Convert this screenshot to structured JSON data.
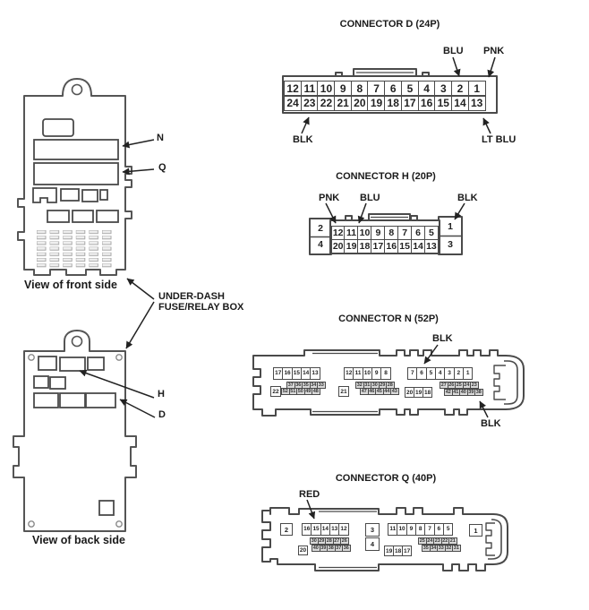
{
  "palette": {
    "line": "#4a4a4a",
    "arrow": "#222222",
    "shaded_cell": "#d9d9d9",
    "background": "#ffffff"
  },
  "fuse_box": {
    "front": {
      "caption": "View of front side",
      "label_n": "N",
      "label_q": "Q"
    },
    "back": {
      "caption": "View of back side",
      "label_h": "H",
      "label_d": "D"
    },
    "center_label": {
      "line1": "UNDER-DASH",
      "line2": "FUSE/RELAY BOX"
    }
  },
  "connector_d": {
    "title": "CONNECTOR D (24P)",
    "row_top": [
      "12",
      "11",
      "10",
      "9",
      "8",
      "7",
      "6",
      "5",
      "4",
      "3",
      "2",
      "1"
    ],
    "row_bottom": [
      "24",
      "23",
      "22",
      "21",
      "20",
      "19",
      "18",
      "17",
      "16",
      "15",
      "14",
      "13"
    ],
    "labels": {
      "blu": "BLU",
      "pnk": "PNK",
      "blk": "BLK",
      "ltblu": "LT BLU"
    }
  },
  "connector_h": {
    "title": "CONNECTOR H (20P)",
    "left_top": "2",
    "left_bottom": "4",
    "row_top": [
      "12",
      "11",
      "10",
      "9",
      "8",
      "7",
      "6",
      "5"
    ],
    "row_bottom": [
      "20",
      "19",
      "18",
      "17",
      "16",
      "15",
      "14",
      "13"
    ],
    "right_top": "1",
    "right_bottom": "3",
    "labels": {
      "pnk": "PNK",
      "blu": "BLU",
      "blk": "BLK"
    }
  },
  "connector_n": {
    "title": "CONNECTOR N (52P)",
    "g1_row1": [
      "17",
      "16",
      "15",
      "14",
      "13"
    ],
    "g1_row2": [
      "37",
      "36",
      "35",
      "34",
      "33"
    ],
    "g1_row3": [
      "52",
      "51",
      "50",
      "49",
      "48"
    ],
    "cell_22": "22",
    "g2_row1": [
      "12",
      "11",
      "10",
      "9",
      "8"
    ],
    "g2_row2": [
      "32",
      "31",
      "30",
      "29",
      "28"
    ],
    "g2_row3": [
      "47",
      "46",
      "45",
      "44",
      "43"
    ],
    "cell_21": "21",
    "g3_row1": [
      "7",
      "6",
      "5",
      "4",
      "3",
      "2",
      "1"
    ],
    "g3_row2": [
      "27",
      "26",
      "25",
      "24",
      "23"
    ],
    "g3_row3": [
      "42",
      "41",
      "40",
      "39",
      "38"
    ],
    "g3_bottom": [
      "20",
      "19",
      "18"
    ],
    "labels": {
      "blk_top": "BLK",
      "blk_bottom": "BLK"
    }
  },
  "connector_q": {
    "title": "CONNECTOR Q (40P)",
    "cell_2": "2",
    "cell_20": "20",
    "cell_3": "3",
    "cell_4": "4",
    "cell_1": "1",
    "g1_row1": [
      "16",
      "15",
      "14",
      "13",
      "12"
    ],
    "g1_row2": [
      "30",
      "29",
      "28",
      "27",
      "26"
    ],
    "g1_row3": [
      "40",
      "39",
      "38",
      "37",
      "36"
    ],
    "g2_row1": [
      "11",
      "10",
      "9",
      "8",
      "7",
      "6",
      "5"
    ],
    "g2_row2": [
      "25",
      "24",
      "23",
      "22",
      "21"
    ],
    "g2_row3": [
      "35",
      "34",
      "33",
      "32",
      "31"
    ],
    "g2_bottom": [
      "19",
      "18",
      "17"
    ],
    "labels": {
      "red": "RED"
    }
  }
}
